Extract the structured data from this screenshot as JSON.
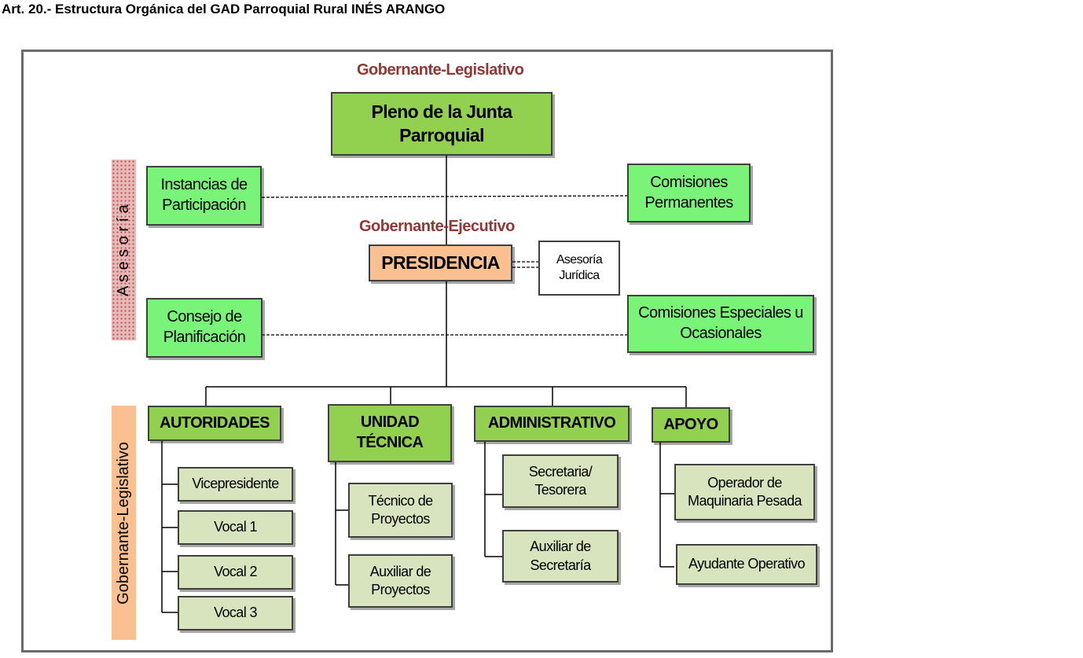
{
  "title": "Art. 20.- Estructura Orgánica del GAD Parroquial Rural INÉS ARANGO",
  "sections": {
    "top": "Gobernante-Legislativo",
    "middle": "Gobernante-Ejecutivo",
    "side_asesoria": "A s e s o r í a",
    "side_gobernante": "Gobernante-Legislativo"
  },
  "nodes": {
    "pleno": "Pleno de la Junta Parroquial",
    "instancias": "Instancias de Participación",
    "comisiones_permanentes": "Comisiones Permanentes",
    "presidencia": "PRESIDENCIA",
    "asesoria_juridica": "Asesoría Jurídica",
    "consejo": "Consejo de Planificación",
    "comisiones_especiales": "Comisiones Especiales u Ocasionales"
  },
  "departments": {
    "autoridades": {
      "label": "AUTORIDADES",
      "children": [
        "Vicepresidente",
        "Vocal 1",
        "Vocal 2",
        "Vocal 3"
      ]
    },
    "unidad_tecnica": {
      "label": "UNIDAD TÉCNICA",
      "children": [
        "Técnico de Proyectos",
        "Auxiliar de Proyectos"
      ]
    },
    "administrativo": {
      "label": "ADMINISTRATIVO",
      "children": [
        "Secretaria/ Tesorera",
        "Auxiliar de Secretaría"
      ]
    },
    "apoyo": {
      "label": "APOYO",
      "children": [
        "Operador de Maquinaria Pesada",
        "Ayudante Operativo"
      ]
    }
  },
  "colors": {
    "section_label": "#943634",
    "dark_green": "#92d050",
    "light_green": "#79f479",
    "sub_green": "#d7e4bd",
    "peach": "#fac090",
    "asesoria_band": "#e6b8b7"
  }
}
